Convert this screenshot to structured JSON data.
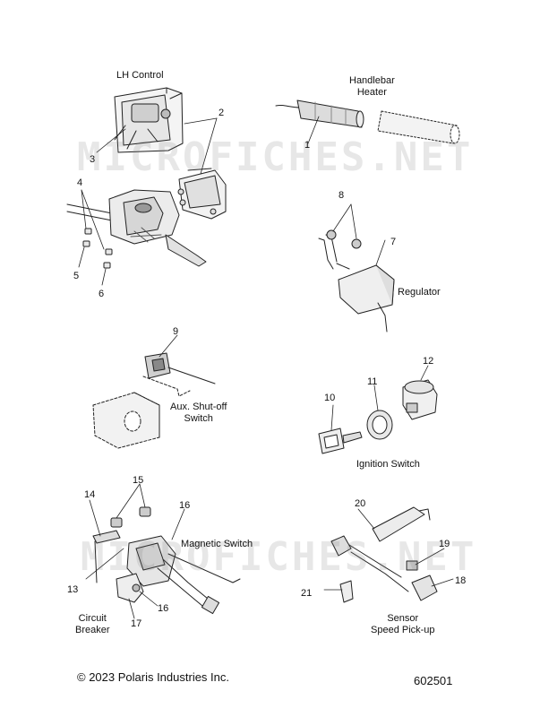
{
  "watermark": "MICROFICHES.NET",
  "groups": {
    "lh_control": "LH Control",
    "handlebar_heater": [
      "Handlebar",
      "Heater"
    ],
    "regulator": "Regulator",
    "aux_shutoff": [
      "Aux. Shut-off",
      "Switch"
    ],
    "ignition_switch": "Ignition Switch",
    "magnetic_switch": "Magnetic Switch",
    "circuit_breaker": [
      "Circuit",
      "Breaker"
    ],
    "speed_sensor": [
      "Sensor",
      "Speed Pick-up"
    ]
  },
  "callouts": [
    "1",
    "2",
    "3",
    "4",
    "5",
    "6",
    "7",
    "8",
    "9",
    "10",
    "11",
    "12",
    "13",
    "14",
    "15",
    "16",
    "16",
    "17",
    "18",
    "19",
    "20",
    "21"
  ],
  "footer": {
    "copyright": "© 2023 Polaris Industries Inc.",
    "diagram_number": "602501"
  }
}
